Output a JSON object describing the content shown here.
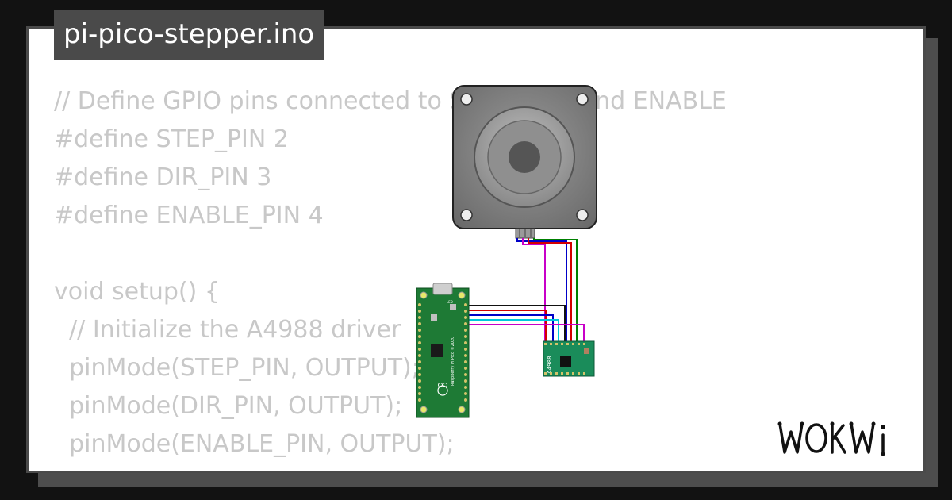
{
  "project": {
    "filename": "pi-pico-stepper.ino"
  },
  "code": {
    "lines": [
      "// Define GPIO pins connected to STEP, DIR, and ENABLE",
      "#define STEP_PIN 2",
      "#define DIR_PIN 3",
      "#define ENABLE_PIN 4",
      "",
      "void setup() {",
      "  // Initialize the A4988 driver",
      "  pinMode(STEP_PIN, OUTPUT);",
      "  pinMode(DIR_PIN, OUTPUT);",
      "  pinMode(ENABLE_PIN, OUTPUT);"
    ]
  },
  "diagram": {
    "components": {
      "stepper_motor": "stepper-motor",
      "microcontroller": "raspberry-pi-pico",
      "driver": "a4988-driver"
    },
    "driver_label": "A4988",
    "pico_board_text": "Raspberry Pi Pico ©2020",
    "pico_led_label": "LED",
    "wire_colors": [
      "#0000c8",
      "#c800c8",
      "#d40000",
      "#008000",
      "#00c8dc",
      "#111111"
    ]
  },
  "brand": {
    "logo_text": "WOKWi"
  },
  "colors": {
    "background": "#121212",
    "card": "#ffffff",
    "border": "#4a4a4a",
    "code_text": "#c8c8c8",
    "pico_green": "#1e7a35"
  }
}
